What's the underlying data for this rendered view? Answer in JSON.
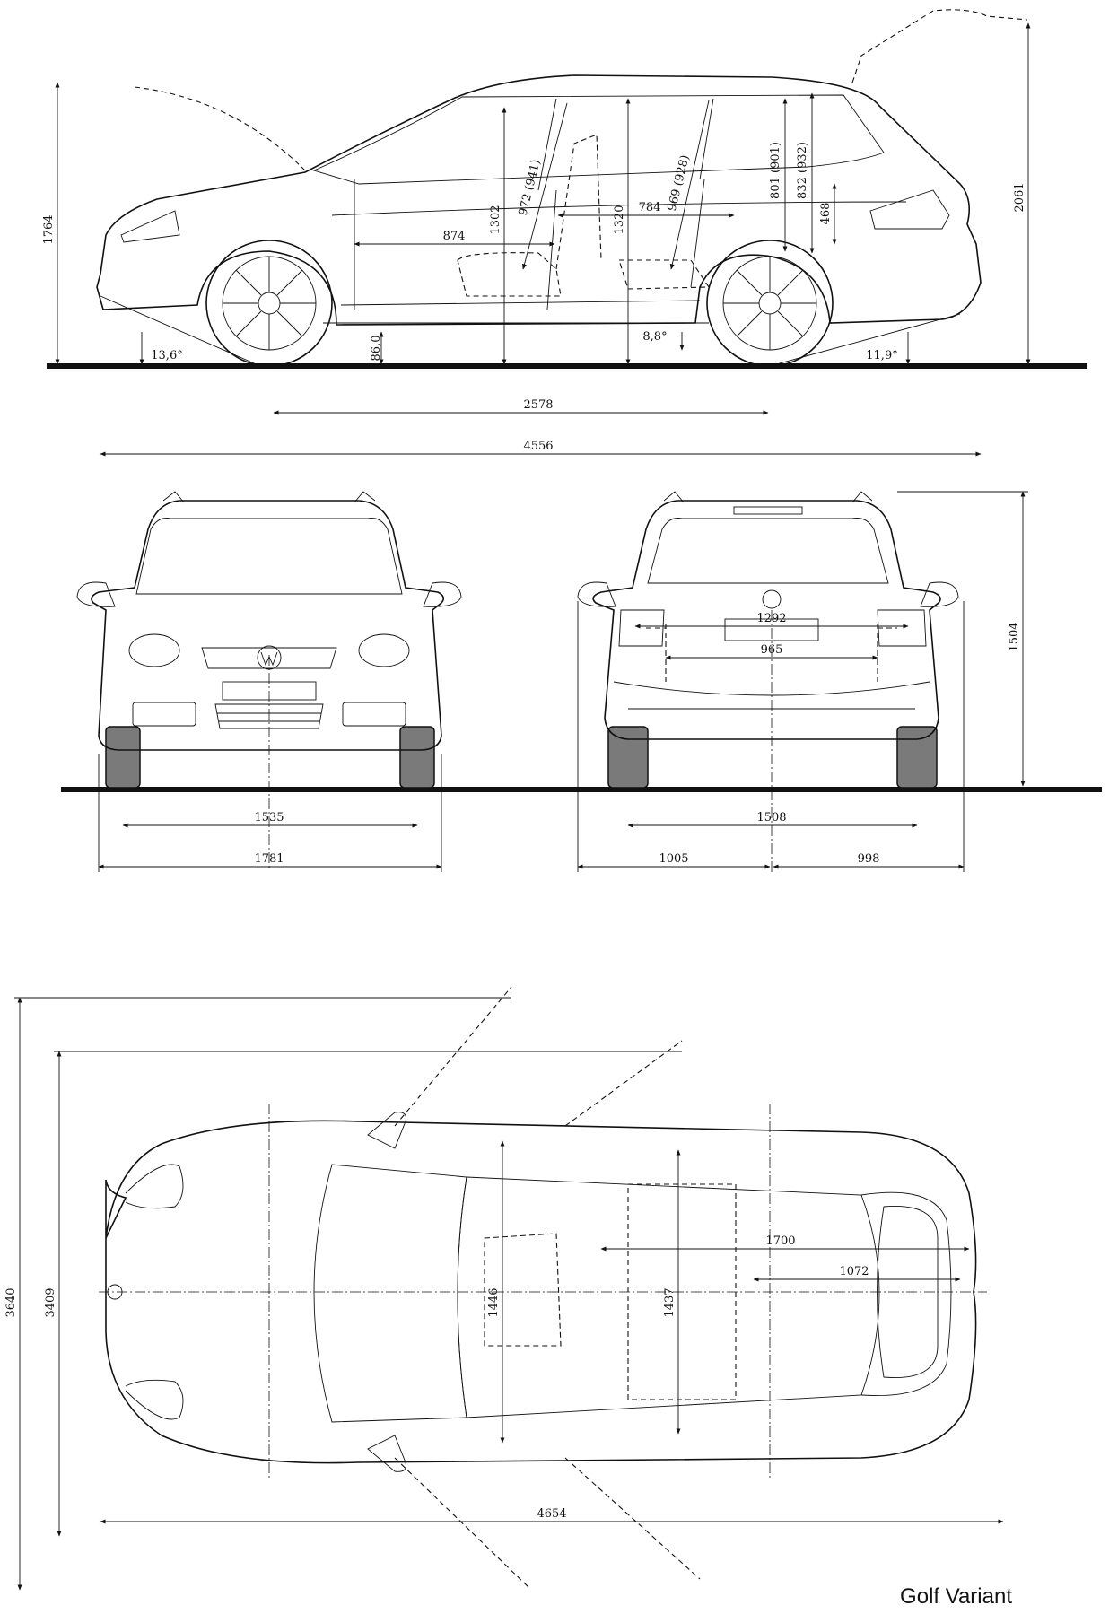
{
  "caption": "Golf Variant",
  "side_view": {
    "dimensions": {
      "height_front": "1764",
      "height_hatch_open": "2061",
      "ground_clearance": "86,0",
      "approach_angle": "13,6°",
      "ramp_angle": "8,8°",
      "departure_angle": "11,9°",
      "wheelbase": "2578",
      "overall_length": "4556",
      "front_headroom": "972 (941)",
      "front_interior_height": "1302",
      "rear_interior_height": "1320",
      "rear_headroom": "969 (928)",
      "seat_to_pedal": "874",
      "rear_legroom": "784",
      "load_height_a": "801 (901)",
      "load_height_b": "832 (932)",
      "sill_height": "468"
    }
  },
  "front_view": {
    "dimensions": {
      "front_track": "1535",
      "body_width": "1781"
    }
  },
  "rear_view": {
    "dimensions": {
      "rear_track": "1508",
      "mirror_left": "1005",
      "mirror_right": "998",
      "overall_height": "1504",
      "opening_top": "1292",
      "opening_bottom": "965"
    }
  },
  "top_view": {
    "dimensions": {
      "width_doors_open_front": "3640",
      "width_doors_open_rear": "3409",
      "overall_length_top": "4654",
      "cargo_length_rear_seats_down": "1700",
      "cargo_length": "1072",
      "front_interior_width": "1446",
      "rear_interior_width": "1437"
    }
  }
}
